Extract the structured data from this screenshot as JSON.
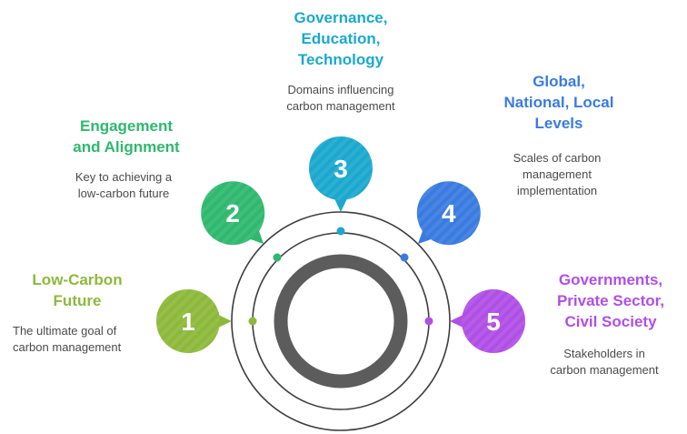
{
  "items": [
    {
      "number": "1",
      "title_lines": [
        "Low-Carbon",
        "Future"
      ],
      "desc_lines": [
        "The ultimate goal of",
        "carbon management"
      ],
      "color": "#8DB93B"
    },
    {
      "number": "2",
      "title_lines": [
        "Engagement",
        "and Alignment"
      ],
      "desc_lines": [
        "Key to achieving a",
        "low-carbon future"
      ],
      "color": "#2FB86F"
    },
    {
      "number": "3",
      "title_lines": [
        "Governance,",
        "Education,",
        "Technology"
      ],
      "desc_lines": [
        "Domains influencing",
        "carbon management"
      ],
      "color": "#1BA8CE"
    },
    {
      "number": "4",
      "title_lines": [
        "Global,",
        "National, Local",
        "Levels"
      ],
      "desc_lines": [
        "Scales of carbon",
        "management",
        "implementation"
      ],
      "color": "#3A7BE0"
    },
    {
      "number": "5",
      "title_lines": [
        "Governments,",
        "Private Sector,",
        "Civil Society"
      ],
      "desc_lines": [
        "Stakeholders in",
        "carbon management"
      ],
      "color": "#B04FE6"
    }
  ]
}
